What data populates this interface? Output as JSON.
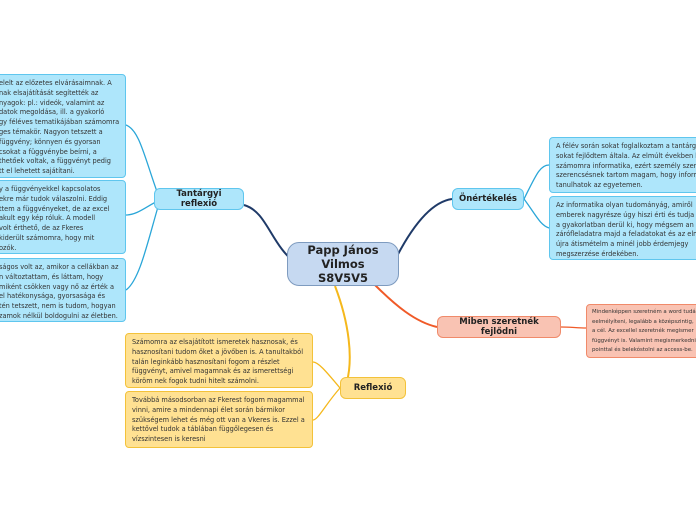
{
  "central": {
    "line1": "Papp János Vilmos",
    "line2": "S8V5V5"
  },
  "topics": {
    "tantargyi": {
      "label": "Tantárgyi reflexió",
      "boxes": [
        [
          "elelt az előzetes elvárásaimnak. A",
          "nak elsajátítását segítették az",
          "nyagok: pl.: videók, valamint az",
          "datok megoldása, ill. a gyakorló",
          "gy féléves tematikájában számomra",
          "ges témakör. Nagyon tetszett a",
          "függvény; könnyen és gyorsan",
          "csokat a függvénybe beírni, a",
          "thetőek voltak, a függvényt pedig",
          "tt el lehetett sajátítani."
        ],
        [
          "y a függvényekkel kapcsolatos",
          "ekre már tudok válaszolni. Eddig",
          "ttem a függvényeket, de az excel",
          "akult egy kép róluk. A modell",
          "volt érthető, de az Fkeres",
          "kiderült számomra, hogy mit",
          "ozók."
        ],
        [
          "ságos volt az, amikor a cellákban az",
          "n változtattam, és láttam, hogy",
          "miként csökken vagy nő az érték a",
          "el hatékonysága, gyorsasága és",
          "tén tetszett, nem is tudom, hogyan",
          "zamok nélkül boldogulni az életben."
        ]
      ]
    },
    "onertekeles": {
      "label": "Önértékelés",
      "boxes": [
        [
          "A félév során sokat foglalkoztam a tantárg",
          "sokat fejlődtem általa. Az elmúlt években k",
          "számomra informatika, ezért személy szer",
          "szerencsésnek tartom magam, hogy inform",
          "tanulhatok az egyetemen."
        ],
        [
          "Az informatika olyan tudományág, amiről",
          "emberek nagyrésze úgy hiszi érti és tudja",
          "a gyakorlatban derül ki, hogy mégsem an",
          "záróﬂeladatra majd a feladatokat és az elm",
          "újra átismételm a minél jobb érdemjegy",
          "megszerzése érdekében."
        ]
      ]
    },
    "fejlodni": {
      "label": "Miben szeretnék fejlődni",
      "boxes": [
        [
          "Mindenképpen szeretném a word tudá",
          "eelmélyíteni, legalább a középszintig,",
          "a cél. Az excellel szeretnék megismer",
          "függvényt is. Valamint megismerkedni",
          "pointtal és belekóstolni az access-be."
        ]
      ]
    },
    "reflexio": {
      "label": "Reflexió",
      "boxes": [
        [
          "Számomra az elsajátított ismeretek hasznosak, és",
          "hasznosítani tudom őket a jövőben is. A tanultakból",
          "talán leginkább hasznosítani fogom a részlet",
          "függvényt, amivel magamnak és az ismerettségi",
          "köröm nek fogok tudni hitelt számolni."
        ],
        [
          "Továbbá másodsorban az Fkerest fogom magammal",
          "vinni, amire a mindennapi élet során bármikor",
          "szükségem lehet és még ott van a Vkeres is. Ezzel a",
          "kettővel tudok a táblában függőlegesen és",
          "vízszintesen is keresni"
        ]
      ]
    }
  },
  "colors": {
    "blue_stroke": "#2aa6d8",
    "orange_stroke": "#f05a28",
    "yellow_stroke": "#f5b81c",
    "navy_stroke": "#1f3a68"
  }
}
